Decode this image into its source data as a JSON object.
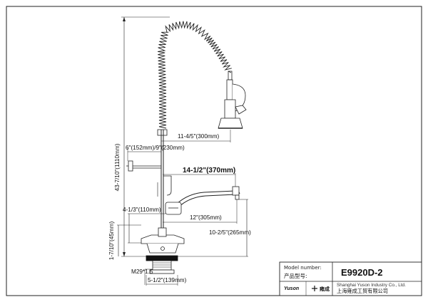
{
  "dimensions": {
    "overall_height": "43-7/10\"(1110mm)",
    "hose_reach": "11-4/5\"(300mm)",
    "bracket_length": "6\"(152mm)/9\"(230mm)",
    "spout_reach_top": "14-1/2\"(370mm)",
    "spout_height": "4-1/3\"(110mm)",
    "spout_reach": "12\"(305mm)",
    "spout_outlet_height": "10-2/5\"(265mm)",
    "base_height": "1-7/10\"(45mm)",
    "thread": "M29*1.5",
    "centers": "5-1/2\"(139mm)"
  },
  "title_block": {
    "model_label_en": "Model number:",
    "model_label_cn": "产品型号:",
    "model_number": "E9920D-2",
    "logo_text": "Yuson",
    "logo_cn": "雍成",
    "company_en": "Shanghai Yuson Industry Co., Ltd.",
    "company_cn": "上海雍成工贸有限公司"
  }
}
